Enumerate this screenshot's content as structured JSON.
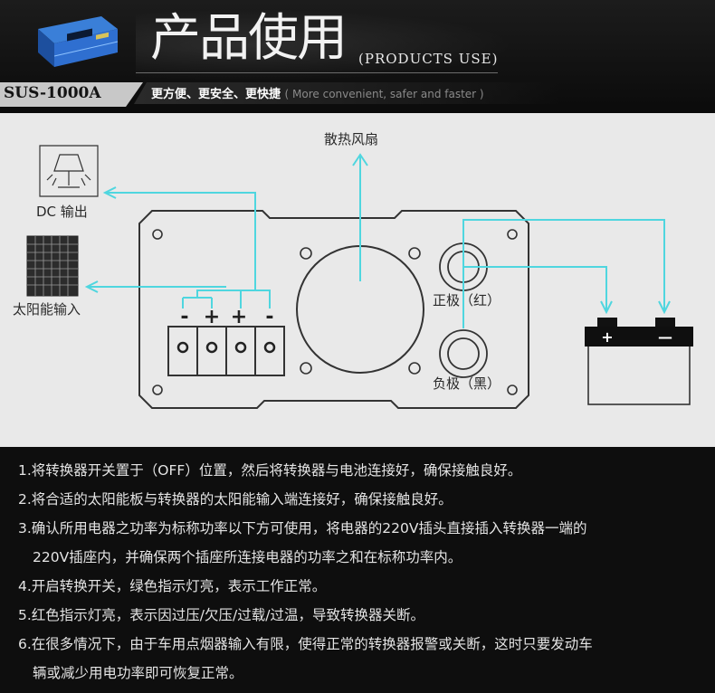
{
  "header": {
    "title_cn": "产品使用",
    "title_en": "(PRODUCTS USE)",
    "model": "SUS-1000A",
    "slogan_cn": "更方便、更安全、更快捷",
    "slogan_en": "( More convenient, safer and faster )"
  },
  "diagram": {
    "fan_label": "散热风扇",
    "dc_output_label": "DC 输出",
    "solar_input_label": "太阳能输入",
    "positive_label": "正极（红）",
    "negative_label": "负极（黑）",
    "terminal_signs": [
      "-",
      "+",
      "+",
      "-"
    ],
    "battery_signs": [
      "+",
      "—"
    ],
    "line_color": "#4fd6df"
  },
  "instructions": [
    "1.将转换器开关置于（OFF）位置，然后将转换器与电池连接好，确保接触良好。",
    "2.将合适的太阳能板与转换器的太阳能输入端连接好，确保接触良好。",
    "3.确认所用电器之功率为标称功率以下方可使用，将电器的220V插头直接插入转换器一端的",
    "220V插座内，并确保两个插座所连接电器的功率之和在标称功率内。",
    "4.开启转换开关，绿色指示灯亮，表示工作正常。",
    "5.红色指示灯亮，表示因过压/欠压/过载/过温，导致转换器关断。",
    "6.在很多情况下，由于车用点烟器输入有限，使得正常的转换器报警或关断，这时只要发动车",
    "辆或减少用电功率即可恢复正常。"
  ]
}
